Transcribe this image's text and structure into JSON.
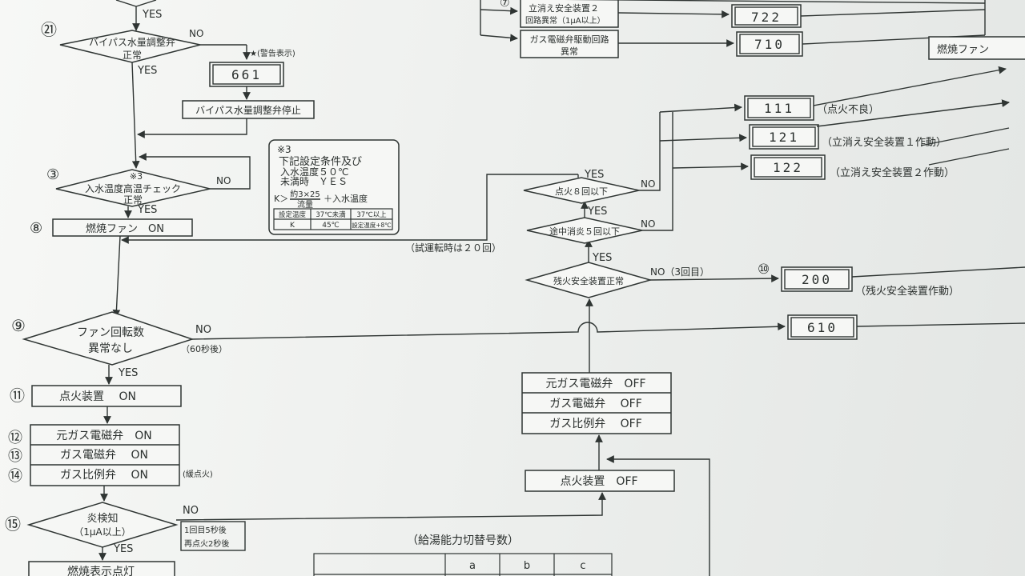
{
  "steps": {
    "s21": "㉑",
    "s3": "③",
    "s8": "⑧",
    "s9": "⑨",
    "s11": "⑪",
    "s12": "⑫",
    "s13": "⑬",
    "s14": "⑭",
    "s15": "⑮",
    "s10": "⑩",
    "s7": "⑦"
  },
  "labels": {
    "yes": "YES",
    "no": "NO",
    "star": "★(警告表示)",
    "no_3rd": "NO（3回目）",
    "sixty_sec": "（60秒後）",
    "slow_ignition": "(緩点火)",
    "trial_note": "（試運転時は２０回）",
    "retry_1": "1回目5秒後",
    "retry_2": "再点火2秒後"
  },
  "decisions": {
    "bypass_1": "バイパス水量調整弁",
    "bypass_2": "正常",
    "temp_mark": "※3",
    "temp_1": "入水温度高温チェック",
    "temp_2": "正常",
    "fan_1": "ファン回転数",
    "fan_2": "異常なし",
    "flame_1": "炎検知",
    "flame_2": "（1μA以上）",
    "residual": "残火安全装置正常",
    "midway": "途中消炎５回以下",
    "ignite8": "点火８回以下"
  },
  "processes": {
    "bypass_stop": "バイパス水量調整弁停止",
    "fan_on": "燃焼ファン　ON",
    "ign_on": "点火装置　 ON",
    "main_gas_on": "元ガス電磁弁　ON",
    "gas_sol_on": "ガス電磁弁　 ON",
    "gas_prop_on": "ガス比例弁　 ON",
    "burn_lamp": "燃焼表示点灯",
    "ign_off": "点火装置　OFF",
    "main_gas_off": "元ガス電磁弁　OFF",
    "gas_sol_off": "ガス電磁弁　 OFF",
    "gas_prop_off": "ガス比例弁　 OFF",
    "fan_top": "燃焼ファン",
    "top_box_1a": "立消え安全装置２",
    "top_box_1b": "回路異常（1μA以上）",
    "top_box_2a": "ガス電磁弁駆動回路",
    "top_box_2b": "異常"
  },
  "codes": {
    "c661": "661",
    "c722": "722",
    "c710": "710",
    "c111": "111",
    "c121": "121",
    "c122": "122",
    "c200": "200",
    "c610": "610"
  },
  "results": {
    "r111": "（点火不良）",
    "r121": "（立消え安全装置１作動）",
    "r122": "（立消え安全装置２作動）",
    "r200": "（残火安全装置作動）"
  },
  "note": {
    "mark": "※3",
    "line1": "下記設定条件及び",
    "line2": "入水温度５０℃",
    "line3": "未満時　ＹＥＳ",
    "formula_a": "K＞",
    "formula_num": "約3×25",
    "formula_den": "流量",
    "formula_b": "＋入水温度",
    "table_header": [
      "設定温度",
      "37℃未満",
      "37℃以上"
    ],
    "table_row": [
      "K",
      "45℃",
      "設定温度+8℃"
    ]
  },
  "capacity_table": {
    "title": "（給湯能力切替号数）",
    "headers": [
      "a",
      "b",
      "c"
    ]
  }
}
